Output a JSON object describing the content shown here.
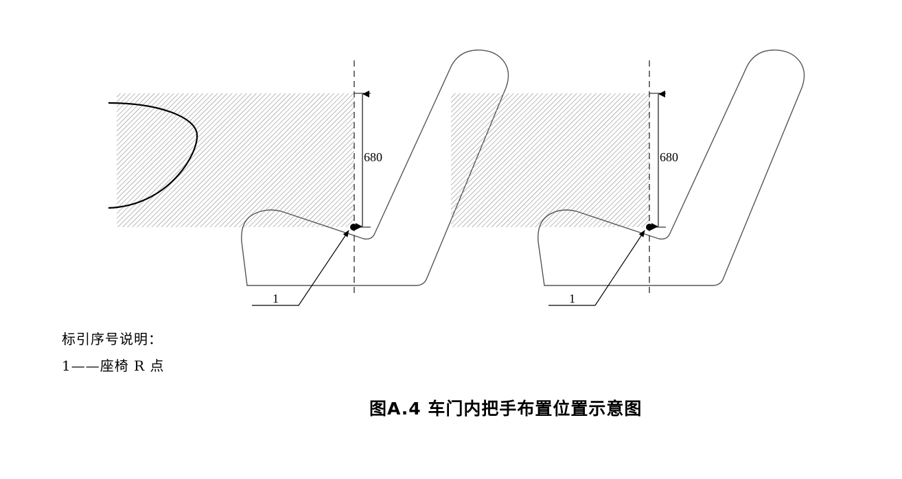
{
  "diagram": {
    "left_view": {
      "dimension_label": "680",
      "callout_label": "1"
    },
    "right_view": {
      "dimension_label": "680",
      "callout_label": "1"
    }
  },
  "legend": {
    "heading": "标引序号说明：",
    "item_1": "1——座椅 R 点"
  },
  "caption": "图A.4 车门内把手布置位置示意图"
}
